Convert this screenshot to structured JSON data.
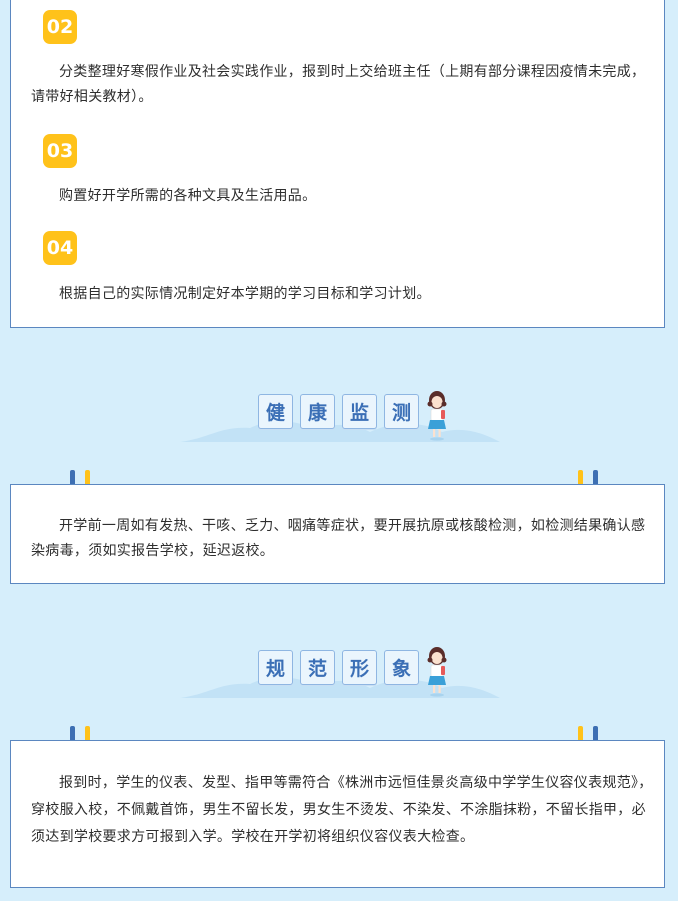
{
  "sections": {
    "prep": {
      "items": [
        {
          "num": "02",
          "text": "分类整理好寒假作业及社会实践作业，报到时上交给班主任（上期有部分课程因疫情未完成，请带好相关教材）。"
        },
        {
          "num": "03",
          "text": "购置好开学所需的各种文具及生活用品。"
        },
        {
          "num": "04",
          "text": "根据自己的实际情况制定好本学期的学习目标和学习计划。"
        }
      ]
    },
    "health": {
      "title": [
        "健",
        "康",
        "监",
        "测"
      ],
      "text": "开学前一周如有发热、干咳、乏力、咽痛等症状，要开展抗原或核酸检测，如检测结果确认感染病毒，须如实报告学校，延迟返校。"
    },
    "appearance": {
      "title": [
        "规",
        "范",
        "形",
        "象"
      ],
      "text": "报到时，学生的仪表、发型、指甲等需符合《株洲市远恒佳景炎高级中学学生仪容仪表规范》，穿校服入校，不佩戴首饰，男生不留长发，男女生不烫发、不染发、不涂脂抹粉，不留长指甲，必须达到学校要求方可报到入学。学校在开学初将组织仪容仪表大检查。"
    }
  },
  "colors": {
    "background": "#d6eefb",
    "badge": "#ffc21a",
    "accent_blue": "#3d6fb3",
    "title_text": "#3b6fb6"
  },
  "icons": [
    "girl-illustration-icon",
    "cloud-decoration"
  ]
}
